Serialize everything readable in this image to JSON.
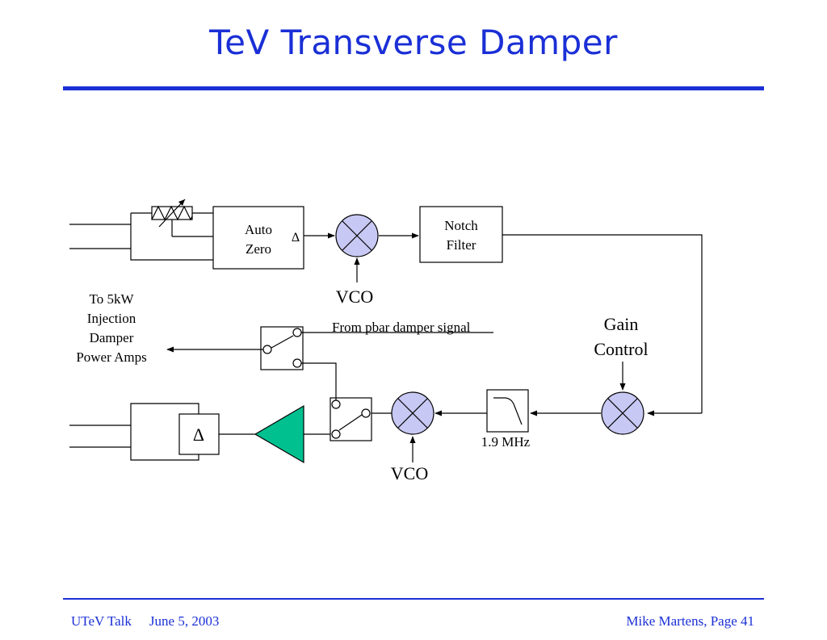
{
  "title": "TeV Transverse Damper",
  "footer": {
    "talk": "UTeV Talk",
    "date": "June 5, 2003",
    "author_page": "Mike Martens, Page 41"
  },
  "diagram": {
    "auto_zero_line1": "Auto",
    "auto_zero_line2": "Zero",
    "delta_symbol": "Δ",
    "notch_line1": "Notch",
    "notch_line2": "Filter",
    "vco_top": "VCO",
    "vco_bottom": "VCO",
    "output_line1": "To 5kW",
    "output_line2": "Injection",
    "output_line3": "Damper",
    "output_line4": "Power Amps",
    "from_pbar": "From pbar damper signal",
    "gain_line1": "Gain",
    "gain_line2": "Control",
    "lowpass_freq": "1.9 MHz",
    "delta_box": "Δ"
  },
  "colors": {
    "title": "#1a2fd6",
    "mixer_fill": "#c8c8f4",
    "amplifier_fill": "#00c090"
  }
}
